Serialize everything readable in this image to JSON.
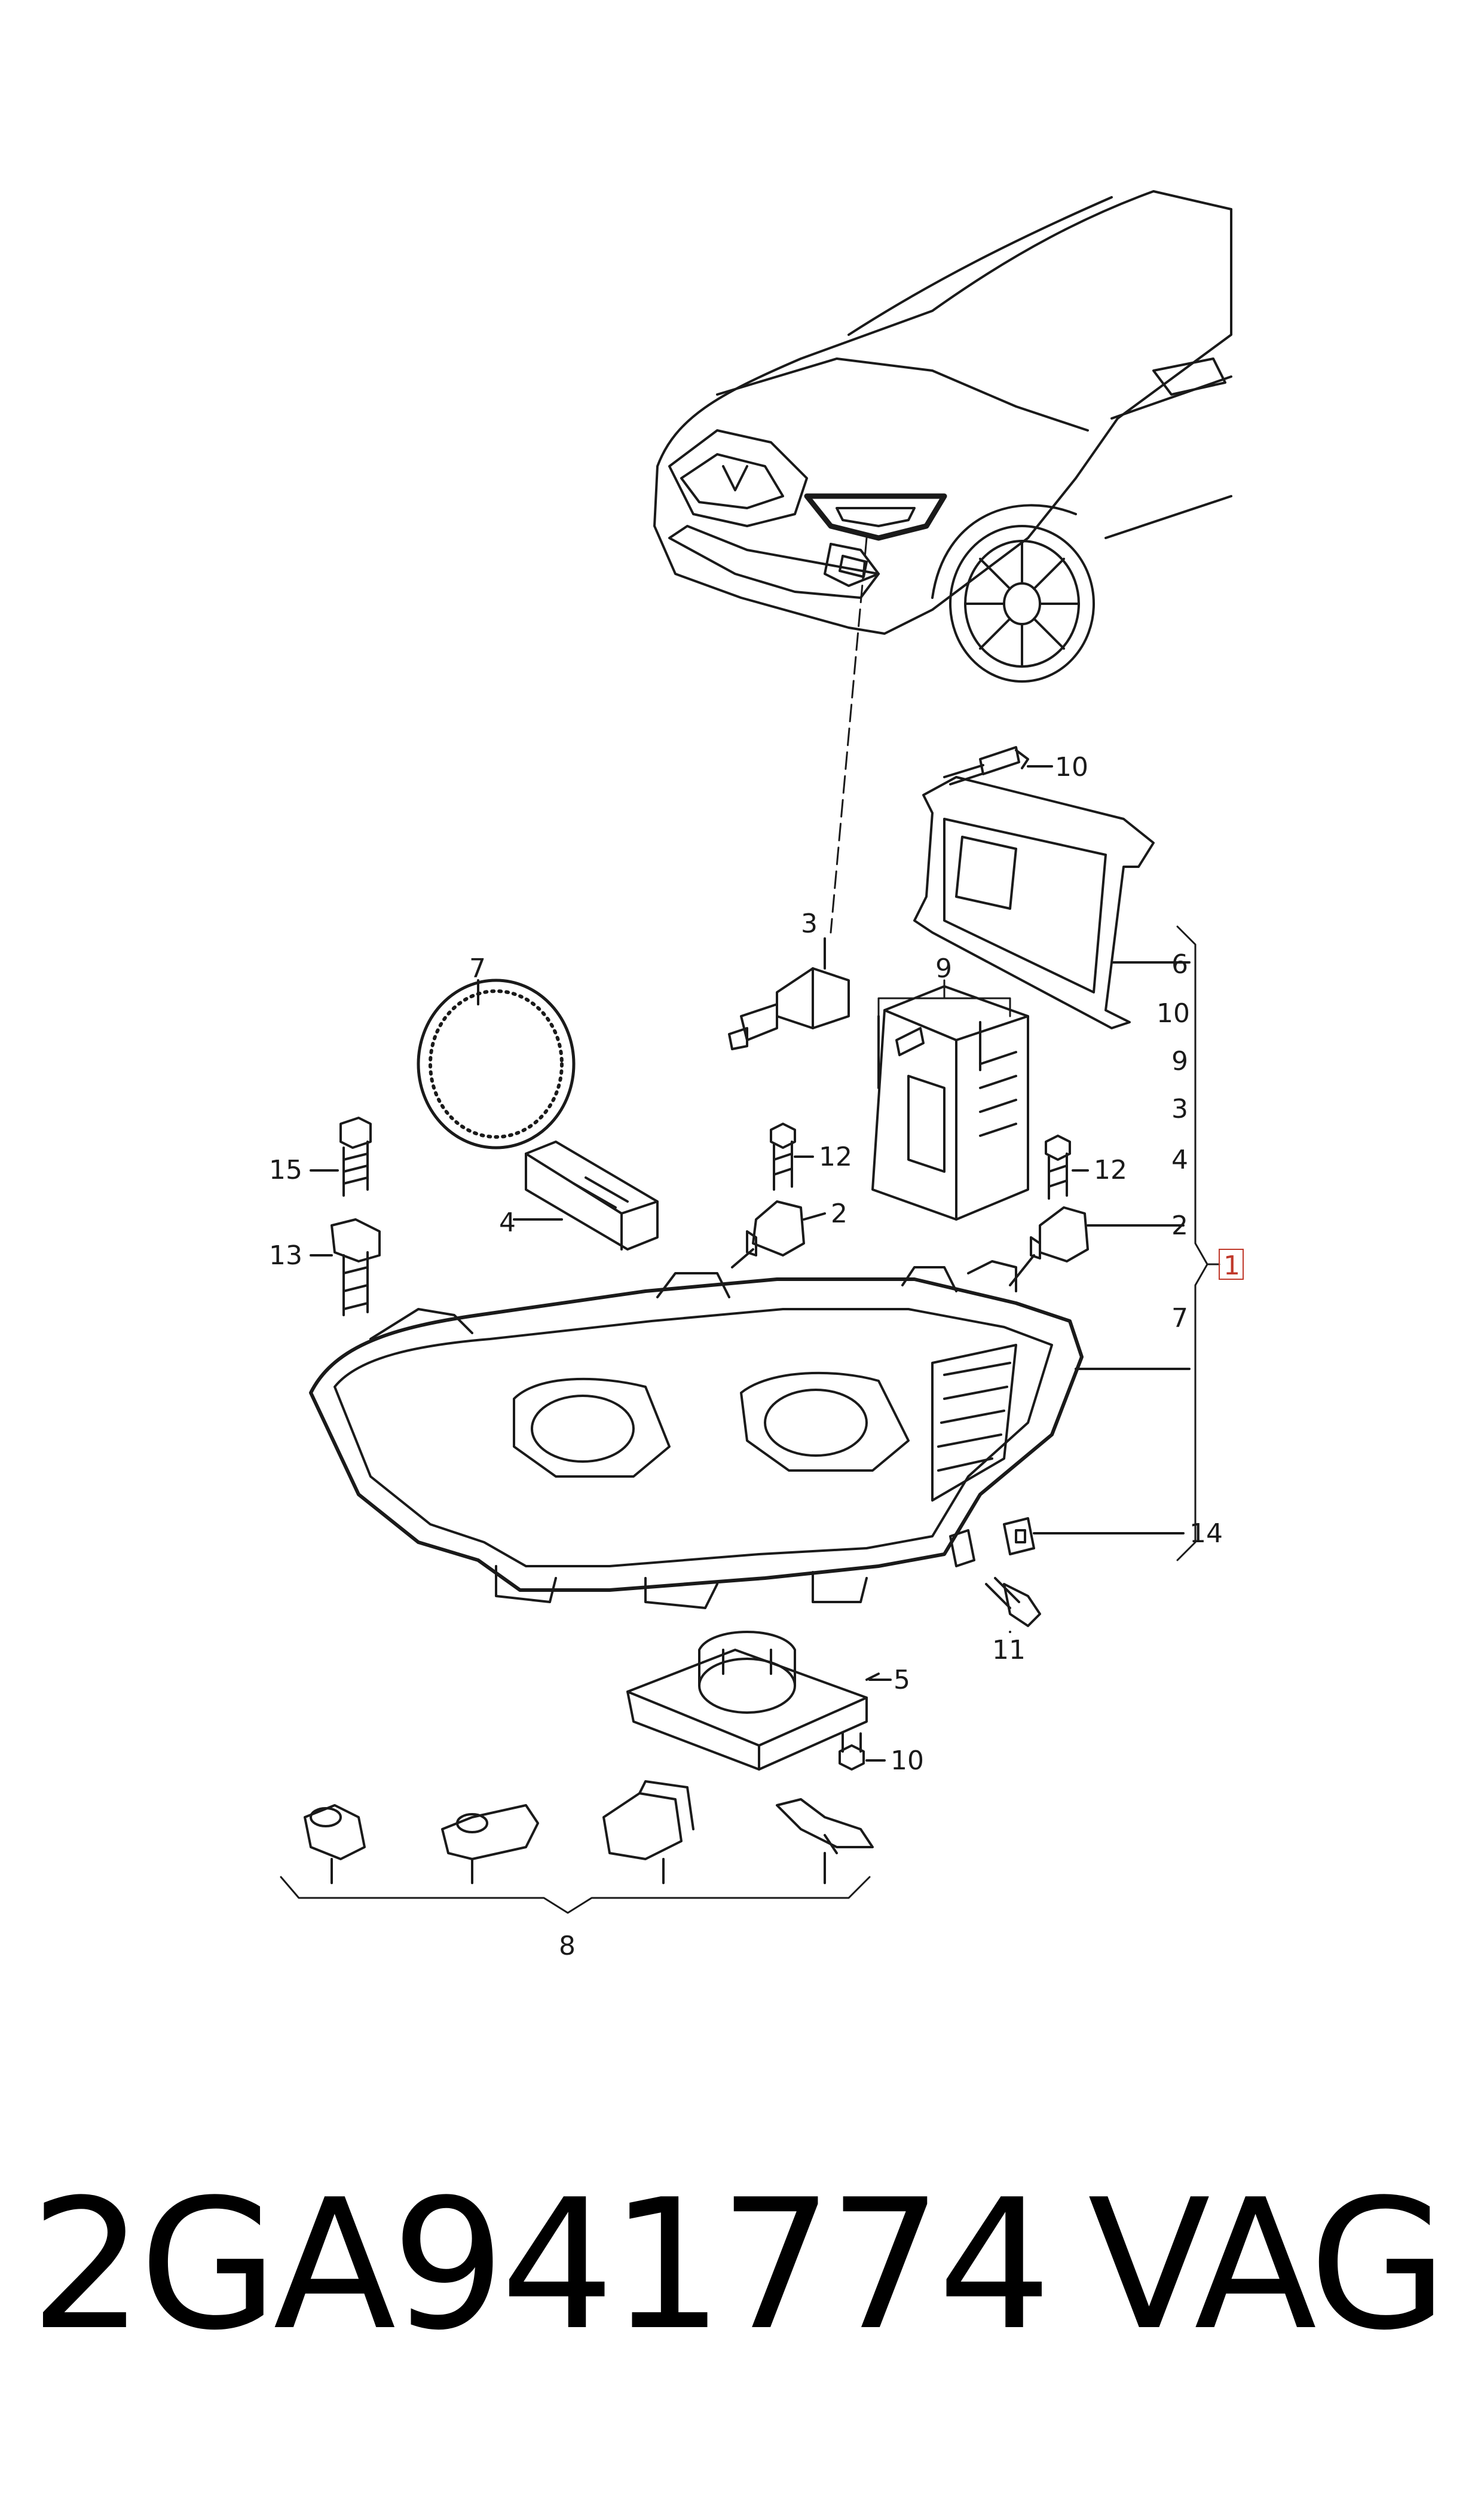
{
  "diagram": {
    "callouts": {
      "c10_top": "10",
      "c3": "3",
      "c7_lens": "7",
      "c9": "9",
      "c6": "6",
      "list_10": "10",
      "list_9": "9",
      "list_3": "3",
      "list_4": "4",
      "list_2": "2",
      "list_7": "7",
      "c15": "15",
      "c12_left": "12",
      "c12_right": "12",
      "c13": "13",
      "c4": "4",
      "c2_left": "2",
      "c1_boxed": "1",
      "c14": "14",
      "c11": "11",
      "c5": "5",
      "c10_bottom": "10",
      "c8": "8"
    },
    "accent_color": "#c0392b",
    "line_color": "#1a1a1a"
  },
  "footer": {
    "part_number": "2GA941774",
    "brand": "VAG"
  }
}
